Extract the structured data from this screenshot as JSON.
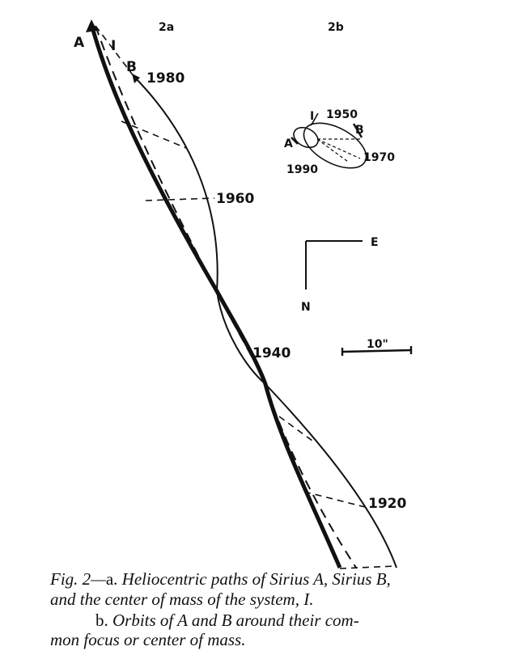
{
  "figure": {
    "panel_a_label": "2a",
    "panel_b_label": "2b",
    "panel_a": {
      "star_a": "A",
      "center_of_mass": "I",
      "star_b": "B",
      "years": [
        "1980",
        "1960",
        "1940",
        "1920"
      ]
    },
    "panel_b": {
      "center_of_mass": "I",
      "star_a": "A",
      "star_b": "B",
      "years": [
        "1950",
        "1970",
        "1990"
      ]
    },
    "compass": {
      "east": "E",
      "north": "N"
    },
    "scale_bar": "10\""
  },
  "caption": {
    "line1_prefix": "Fig. 2—",
    "line1_a": "a. ",
    "line1_rest": "Heliocentric paths of Sirius A, Sirius B,",
    "line2": "and the center of mass of the system, I.",
    "line3_b": "b. ",
    "line3_rest": "Orbits of A and B around their com-",
    "line4": "mon focus or center of mass."
  }
}
